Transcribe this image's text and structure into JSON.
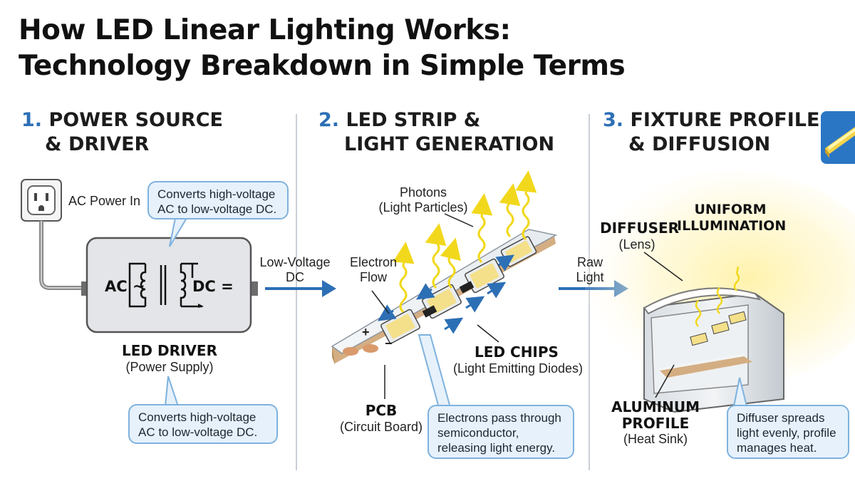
{
  "title": {
    "line1": "How LED Linear Lighting Works:",
    "line2": "Technology Breakdown in Simple Terms"
  },
  "sections": [
    {
      "number": "1.",
      "heading_line1": "POWER SOURCE",
      "heading_line2": "& DRIVER"
    },
    {
      "number": "2.",
      "heading_line1": "LED STRIP &",
      "heading_line2": "LIGHT GENERATION"
    },
    {
      "number": "3.",
      "heading_line1": "FIXTURE PROFILE",
      "heading_line2": "& DIFFUSION"
    }
  ],
  "power": {
    "ac_power_in": "AC Power In",
    "callout_top_1": "Converts high-voltage",
    "callout_top_2": "AC to low-voltage DC.",
    "ac_symbol": "AC ~",
    "dc_symbol": "DC =",
    "driver_label": "LED DRIVER",
    "driver_sub": "(Power Supply)",
    "callout_bottom_1": "Converts high-voltage",
    "callout_bottom_2": "AC to low-voltage DC."
  },
  "arrow1": {
    "line1": "Low-Voltage",
    "line2": "DC"
  },
  "strip": {
    "photons_1": "Photons",
    "photons_2": "(Light Particles)",
    "electron_1": "Electron",
    "electron_2": "Flow",
    "plus": "+",
    "minus": "−",
    "chips_label": "LED CHIPS",
    "chips_sub": "(Light Emitting Diodes)",
    "pcb_label": "PCB",
    "pcb_sub": "(Circuit Board)",
    "callout_1": "Electrons pass through",
    "callout_2": "semiconductor,",
    "callout_3": "releasing light energy."
  },
  "arrow2": {
    "line1": "Raw",
    "line2": "Light"
  },
  "fixture": {
    "diffuser_label": "DIFFUSER",
    "diffuser_sub": "(Lens)",
    "uniform_1": "UNIFORM",
    "uniform_2": "ILLUMINATION",
    "alu_1": "ALUMINUM",
    "alu_2": "PROFILE",
    "alu_sub": "(Heat Sink)",
    "callout_1": "Diffuser spreads",
    "callout_2": "light evenly, profile",
    "callout_3": "manages heat."
  },
  "colors": {
    "accent_blue": "#2d6fb5",
    "callout_fill": "#e6f1fb",
    "callout_border": "#7fb2de",
    "led_yellow": "#f2e23a",
    "pcb_tan": "#d9b48a",
    "glow": "#fff4b8"
  },
  "icons": [
    "wall-outlet-icon",
    "transformer-icon",
    "arrow-right-icon",
    "photon-arrow-icon",
    "led-strip-thumbnail-icon"
  ]
}
